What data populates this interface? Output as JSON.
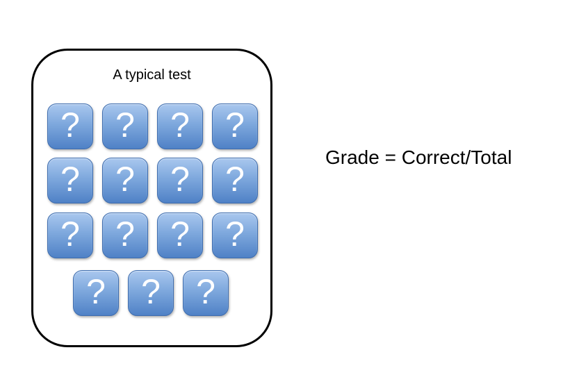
{
  "slide": {
    "title": "A typical test",
    "formula": "Grade = Correct/Total",
    "tile_symbol": "?",
    "grid_rows": [
      4,
      4,
      4,
      3
    ],
    "colors": {
      "background": "#ffffff",
      "text": "#000000",
      "panel_border": "#000000",
      "tile_top": "#a9c7ee",
      "tile_bottom": "#4f81c6",
      "tile_border": "#3d6cae",
      "tile_glyph": "#ffffff"
    }
  }
}
